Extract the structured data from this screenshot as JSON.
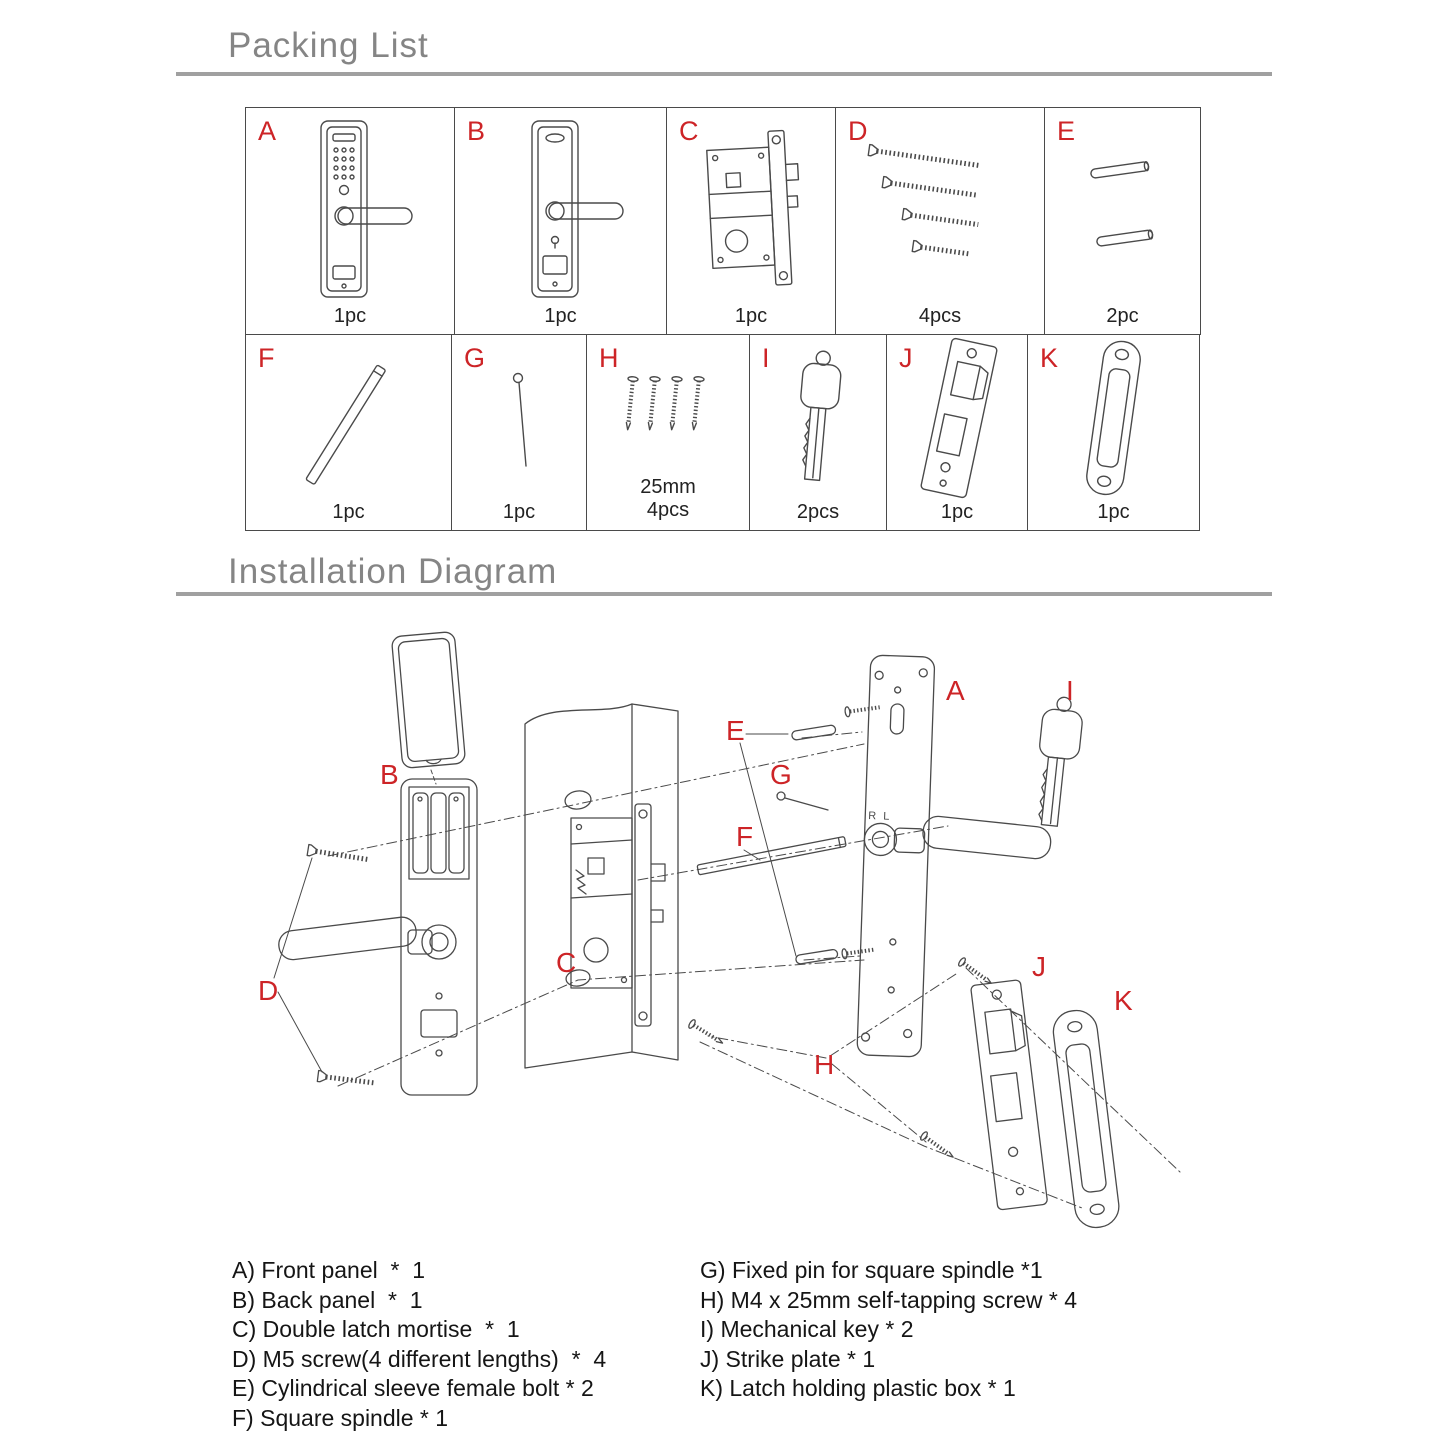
{
  "titles": {
    "packing": "Packing List",
    "installation": "Installation Diagram"
  },
  "packing_list": {
    "row1": [
      {
        "label": "A",
        "qty": "1pc",
        "icon": "front-panel-icon"
      },
      {
        "label": "B",
        "qty": "1pc",
        "icon": "back-panel-icon"
      },
      {
        "label": "C",
        "qty": "1pc",
        "icon": "mortise-lock-icon"
      },
      {
        "label": "D",
        "qty": "4pcs",
        "icon": "m5-screws-icon"
      },
      {
        "label": "E",
        "qty": "2pc",
        "icon": "sleeve-bolts-icon"
      }
    ],
    "row2": [
      {
        "label": "F",
        "qty": "1pc",
        "icon": "square-spindle-icon"
      },
      {
        "label": "G",
        "qty": "1pc",
        "icon": "fixed-pin-icon"
      },
      {
        "label": "H",
        "size": "25mm",
        "qty": "4pcs",
        "icon": "tapping-screws-icon"
      },
      {
        "label": "I",
        "qty": "2pcs",
        "icon": "mechanical-key-icon"
      },
      {
        "label": "J",
        "qty": "1pc",
        "icon": "strike-plate-icon"
      },
      {
        "label": "K",
        "qty": "1pc",
        "icon": "latch-box-icon"
      }
    ]
  },
  "diagram": {
    "labels": {
      "A": "A",
      "B": "B",
      "C": "C",
      "D": "D",
      "E": "E",
      "F": "F",
      "G": "G",
      "H": "H",
      "I": "I",
      "J": "J",
      "K": "K"
    },
    "marking": "R L"
  },
  "legend": {
    "left": [
      "A) Front panel  *  1",
      "B) Back panel  *  1",
      "C) Double latch mortise  *  1",
      "D) M5 screw(4 different lengths)  *  4",
      "E) Cylindrical sleeve female bolt * 2",
      "F) Square spindle * 1"
    ],
    "right": [
      "G) Fixed pin for square spindle *1",
      "H) M4 x 25mm self-tapping screw * 4",
      "I) Mechanical key * 2",
      "J) Strike plate * 1",
      "K) Latch holding plastic box * 1"
    ]
  },
  "colors": {
    "label_red": "#cd2427",
    "title_gray": "#858585",
    "rule_gray": "#a0a0a0",
    "line": "#4a4a4a"
  }
}
